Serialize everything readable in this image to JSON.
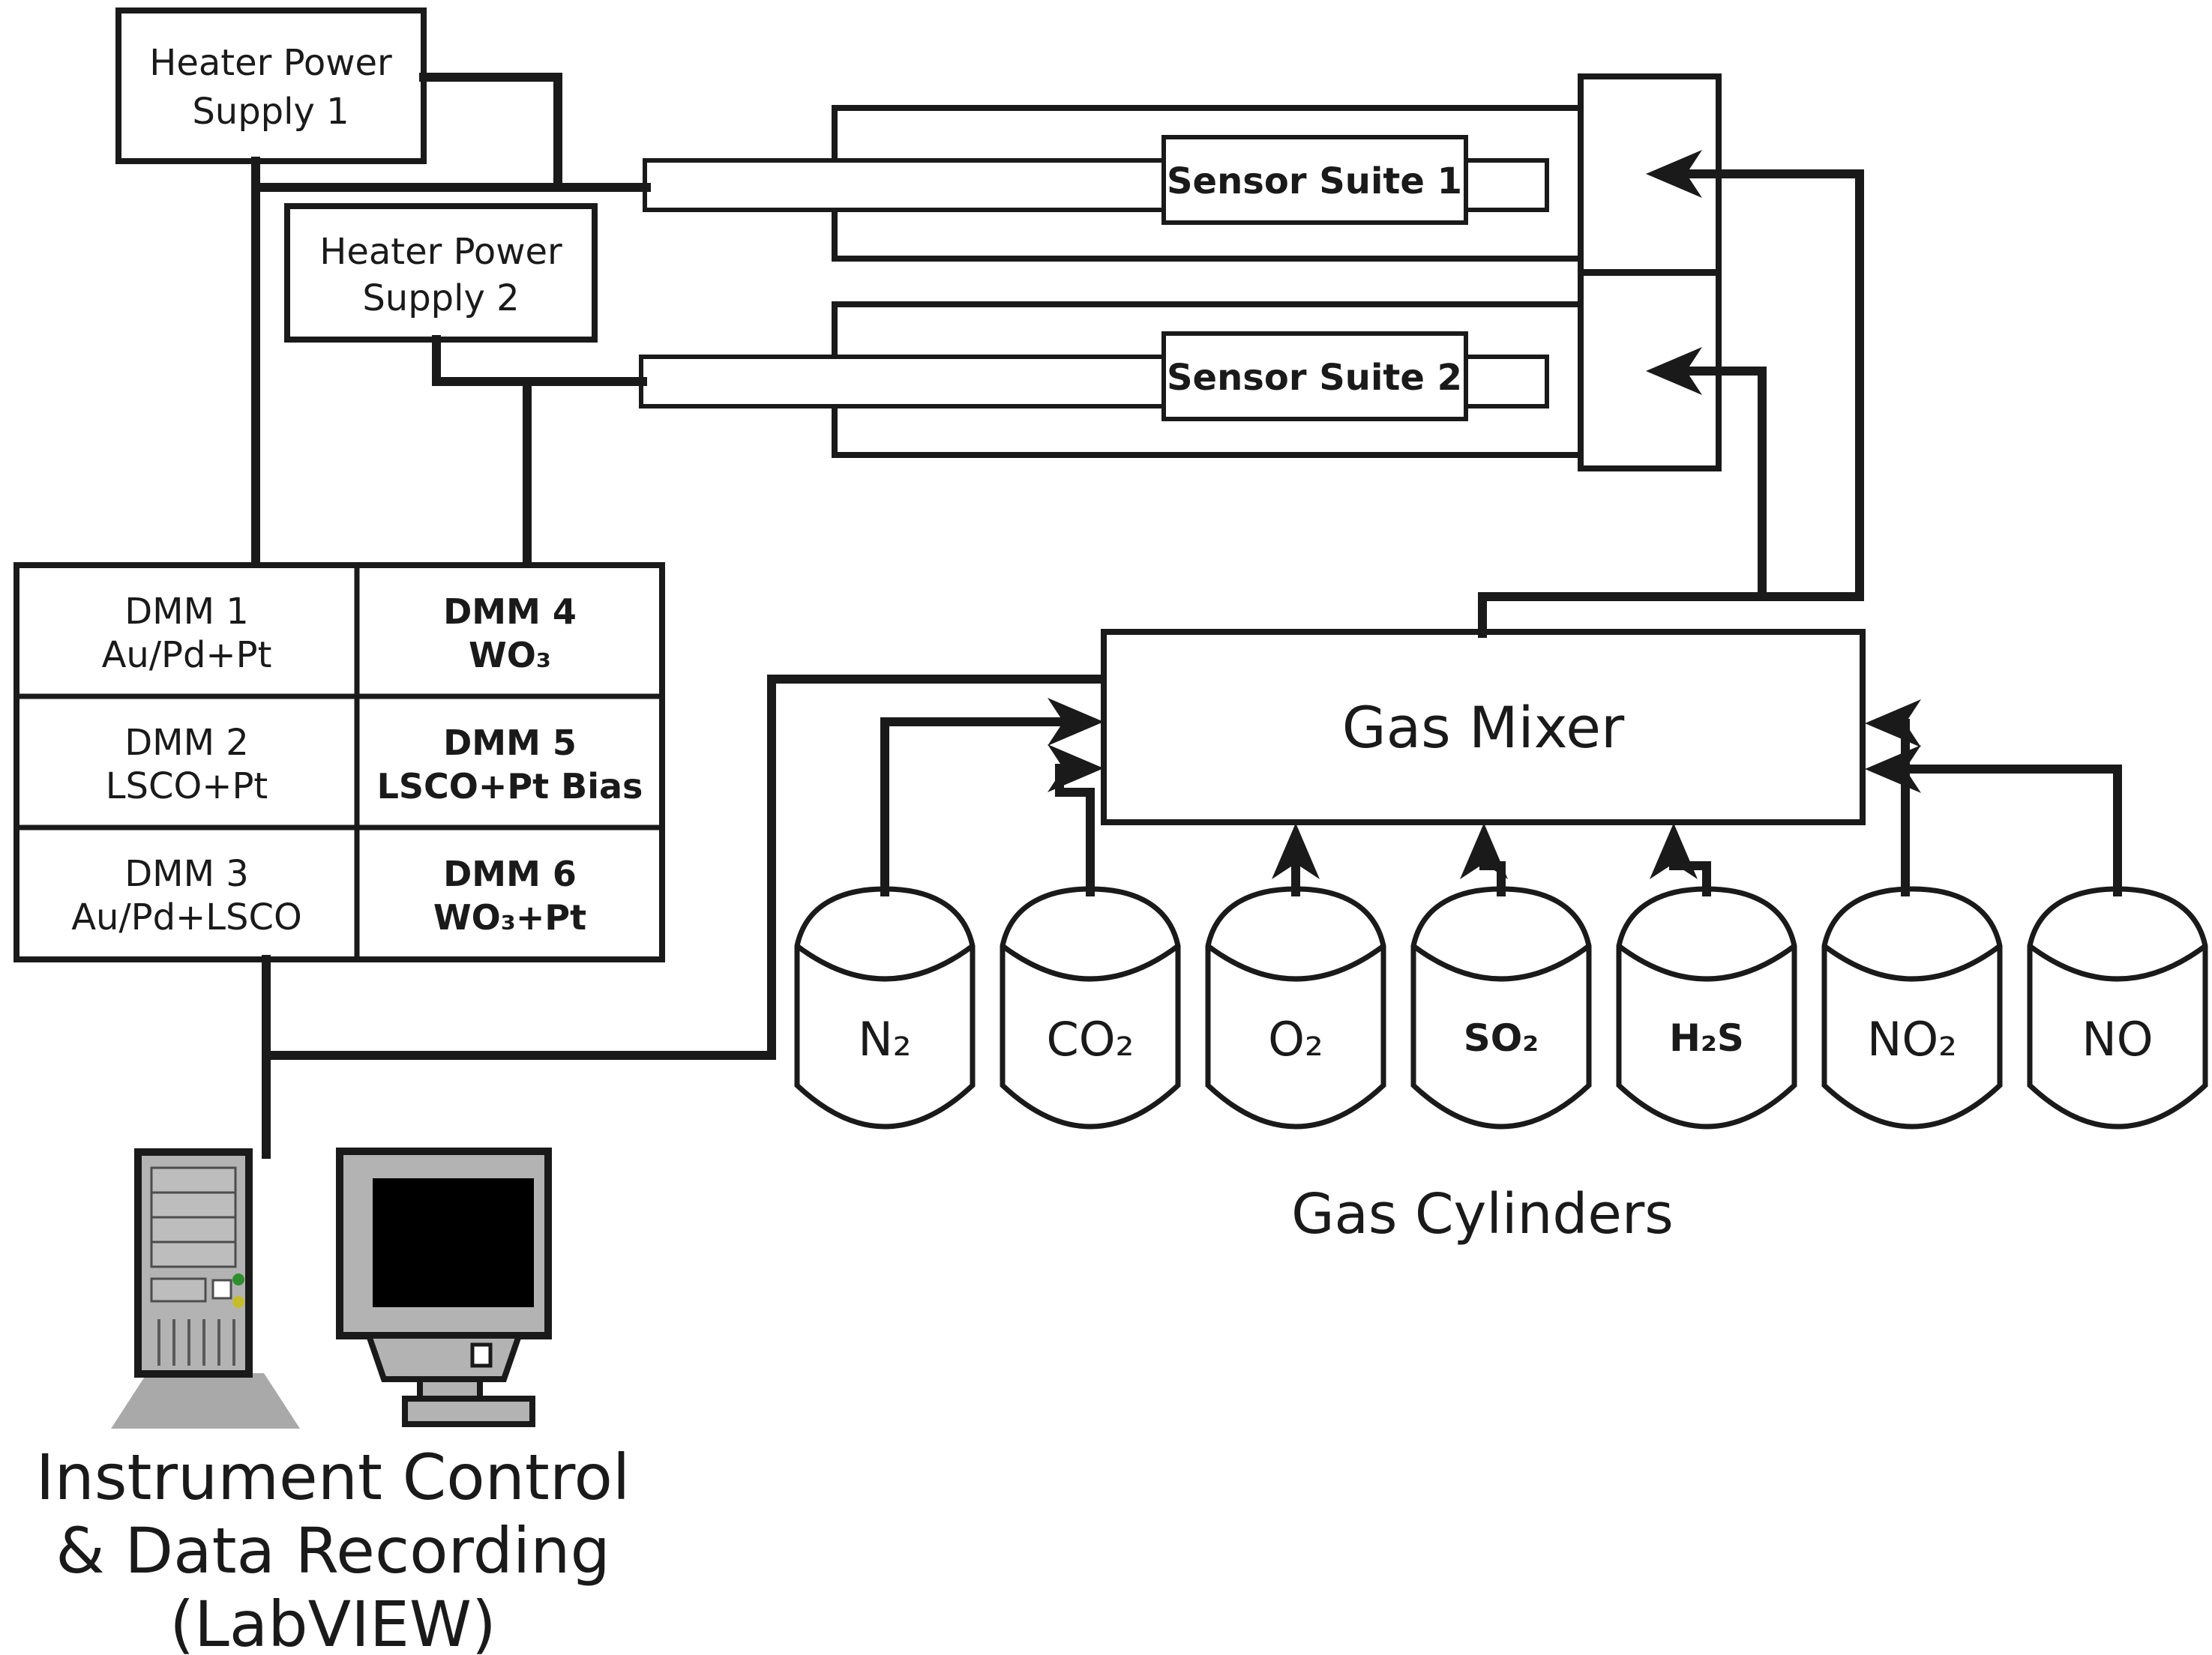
{
  "diagram": {
    "colors": {
      "line": "#1a1a1a",
      "device_gray": "#b3b3b3",
      "screen_black": "#000000",
      "led_green": "#2f8f2f",
      "led_yellow": "#c6bc2a"
    },
    "heater_supplies": [
      {
        "line1": "Heater Power",
        "line2": "Supply 1"
      },
      {
        "line1": "Heater Power",
        "line2": "Supply 2"
      }
    ],
    "sensor_suites": [
      {
        "label": "Sensor Suite 1"
      },
      {
        "label": "Sensor Suite 2"
      }
    ],
    "dmm_table": {
      "cells": [
        {
          "line1": "DMM 1",
          "line2": "Au/Pd+Pt"
        },
        {
          "line1": "DMM 4",
          "line2": "WO₃"
        },
        {
          "line1": "DMM 2",
          "line2": "LSCO+Pt"
        },
        {
          "line1": "DMM 5",
          "line2": "LSCO+Pt Bias"
        },
        {
          "line1": "DMM 3",
          "line2": "Au/Pd+LSCO"
        },
        {
          "line1": "DMM 6",
          "line2": "WO₃+Pt"
        }
      ]
    },
    "gas_mixer": {
      "label": "Gas Mixer"
    },
    "cylinders": {
      "caption": "Gas Cylinders",
      "items": [
        {
          "label": "N₂"
        },
        {
          "label": "CO₂"
        },
        {
          "label": "O₂"
        },
        {
          "label": "SO₂"
        },
        {
          "label": "H₂S"
        },
        {
          "label": "NO₂"
        },
        {
          "label": "NO"
        }
      ]
    },
    "computer": {
      "caption_line1": "Instrument Control",
      "caption_line2": "& Data Recording",
      "caption_line3": "(LabVIEW)"
    }
  }
}
